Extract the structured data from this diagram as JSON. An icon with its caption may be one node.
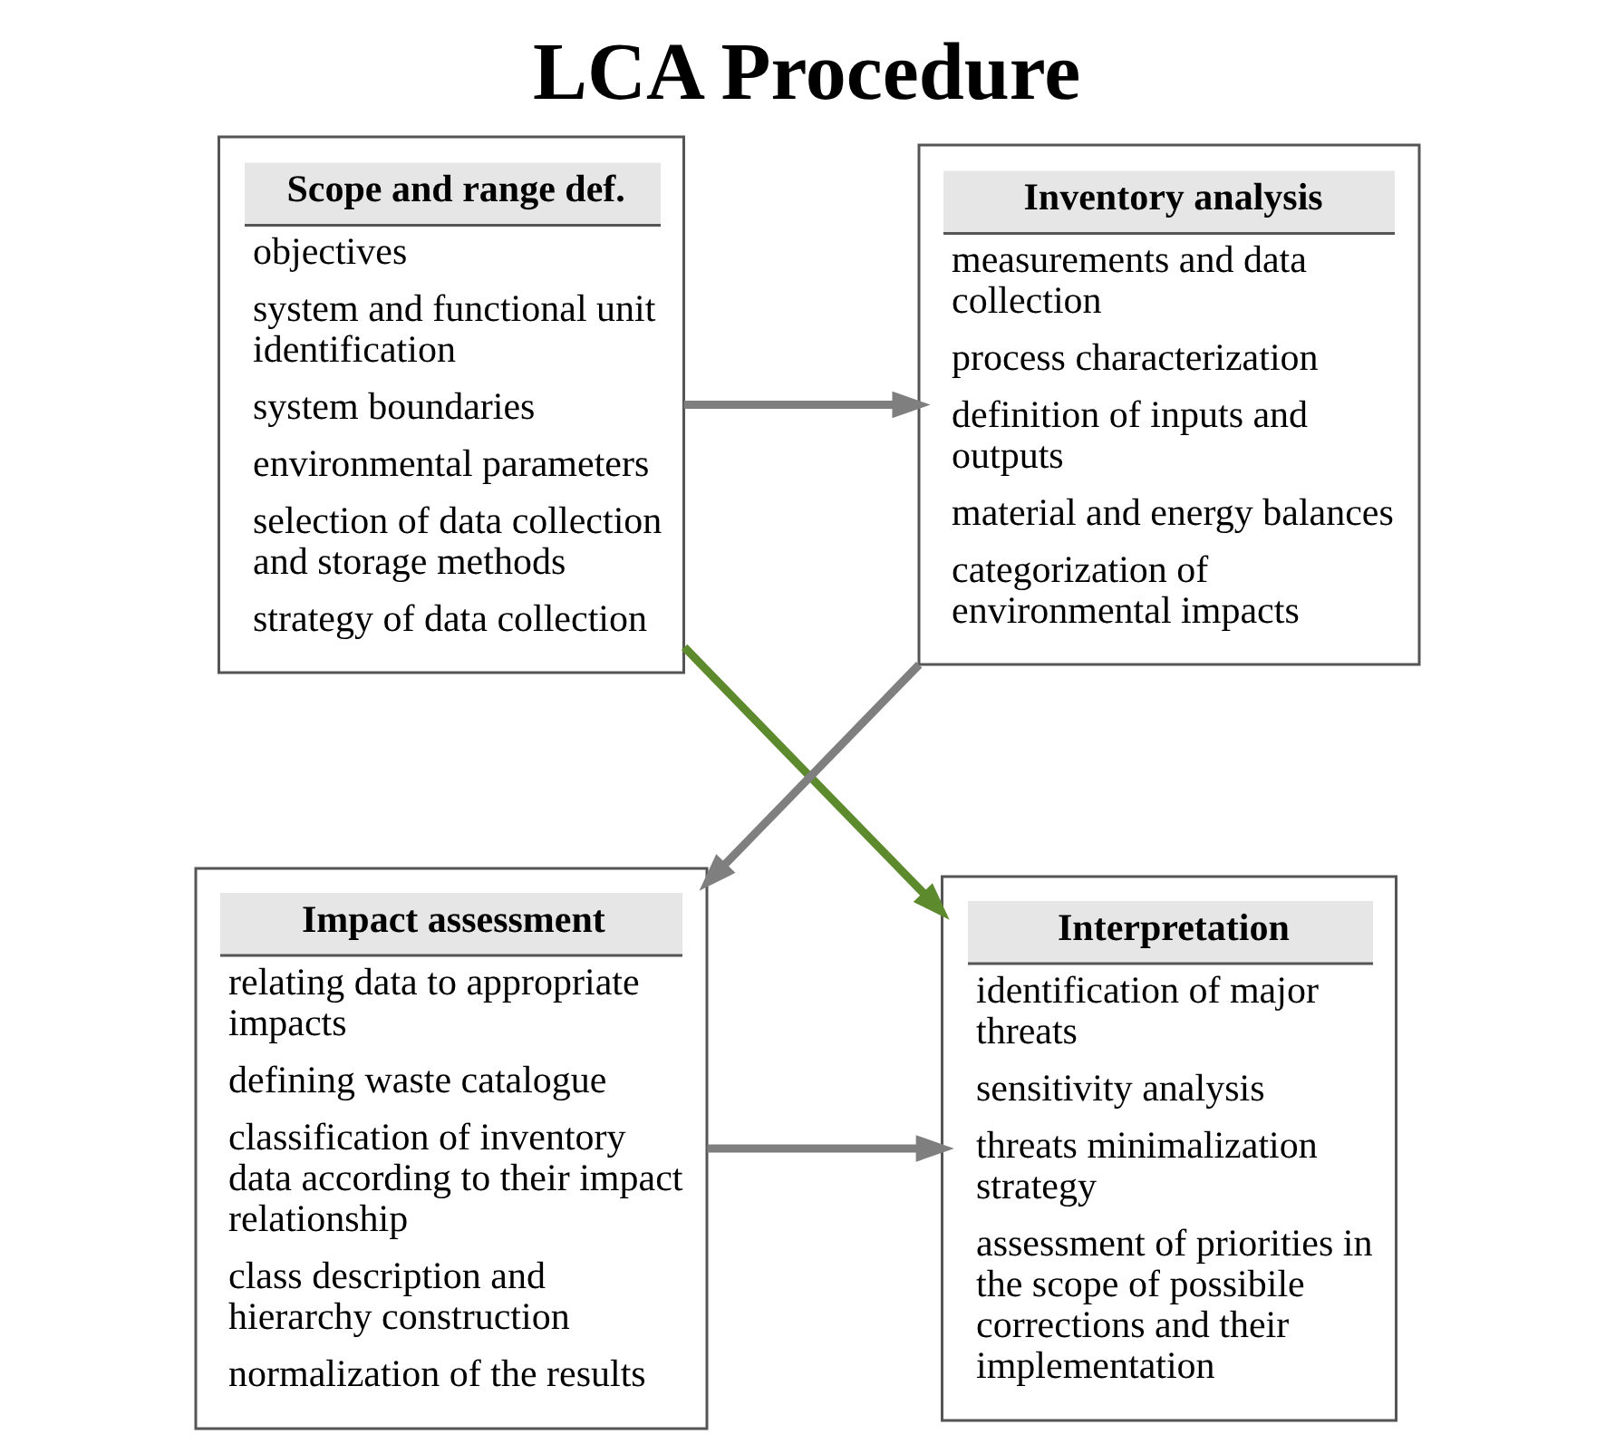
{
  "diagram": {
    "title": "LCA Procedure",
    "nodes": [
      {
        "text": [
          "Scope and range def.",
          "objectives",
          "system and functional unit identification",
          "system boundaries",
          "environmental parameters",
          "selection of data collection and storage methods",
          "strategy of data collection"
        ]
      },
      {
        "text": [
          "Inventory analysis",
          "measurements and data collection",
          "process characterization",
          "definition of inputs and outputs",
          "material and energy balances",
          "categorization of environmental impacts"
        ]
      },
      {
        "text": [
          "Impact assessment",
          "relating data to appropriate impacts",
          "defining waste catalogue",
          "classification of inventory data according to their impact relationship",
          "class description and hierarchy construction",
          "normalization of the results"
        ]
      },
      {
        "text": [
          "Interpretation",
          "identification of major threats",
          "sensitivity analysis",
          "threats minimalization strategy",
          "assessment of priorities in the scope of possibile corrections and their implementation"
        ]
      }
    ],
    "edges": [
      {
        "from": 0,
        "to": 1,
        "arrow": "to"
      },
      {
        "from": 1,
        "to": 2,
        "arrow": "to"
      },
      {
        "from": 2,
        "to": 3,
        "arrow": "to"
      },
      {
        "from": 0,
        "to": 3,
        "arrow": "to",
        "color": "#5e8a2e"
      }
    ]
  }
}
